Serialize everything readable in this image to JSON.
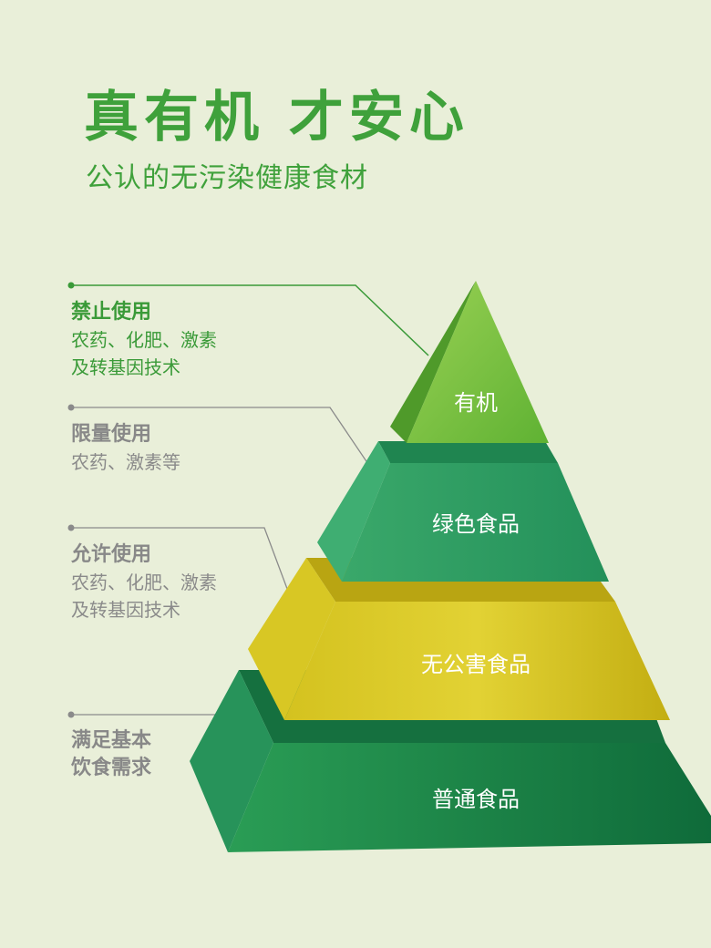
{
  "header": {
    "title": "真有机 才安心",
    "subtitle": "公认的无污染健康食材"
  },
  "notes": [
    {
      "head": "禁止使用",
      "body": "农药、化肥、激素\n及转基因技术"
    },
    {
      "head": "限量使用",
      "body": "农药、激素等"
    },
    {
      "head": "允许使用",
      "body": "农药、化肥、激素\n及转基因技术"
    },
    {
      "head": "满足基本\n饮食需求",
      "body": ""
    }
  ],
  "pyramid": {
    "tiers": [
      {
        "label": "有机"
      },
      {
        "label": "绿色食品"
      },
      {
        "label": "无公害食品"
      },
      {
        "label": "普通食品"
      }
    ]
  },
  "colors": {
    "title": "#3fa13b",
    "organic": "#7dc242",
    "green_food": "#2e9b5e",
    "pollution_free": "#d7c829",
    "ordinary": "#1f8a4c",
    "background": "#e9efd9"
  }
}
